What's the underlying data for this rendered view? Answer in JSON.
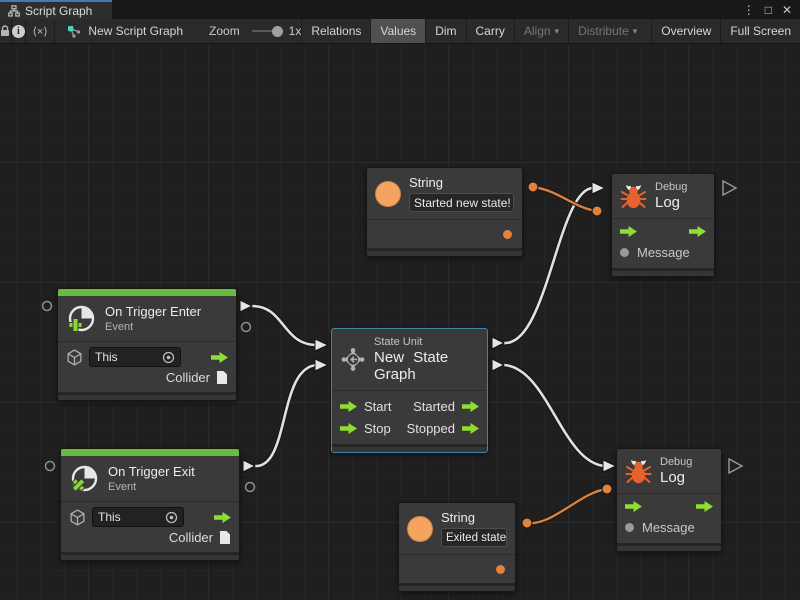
{
  "tab": {
    "title": "Script Graph"
  },
  "window_controls": {
    "more": "⋮",
    "maximize": "□",
    "close": "✕"
  },
  "icons": {
    "code": "⟨×⟩",
    "dropdown": "▾",
    "info": "i"
  },
  "toolbar": {
    "graph_name": "New Script Graph",
    "zoom_label": "Zoom",
    "zoom_value": "1x",
    "relations": "Relations",
    "values": "Values",
    "dim": "Dim",
    "carry": "Carry",
    "align": "Align",
    "distribute": "Distribute",
    "overview": "Overview",
    "fullscreen": "Full Screen"
  },
  "nodes": {
    "string_top": {
      "title": "String",
      "value": "Started new state!"
    },
    "string_bottom": {
      "title": "String",
      "value": "Exited state"
    },
    "debug_top": {
      "kicker": "Debug",
      "title": "Log",
      "message_label": "Message"
    },
    "debug_bottom": {
      "kicker": "Debug",
      "title": "Log",
      "message_label": "Message"
    },
    "trigger_enter": {
      "title": "On Trigger Enter",
      "subtitle": "Event",
      "target_value": "This",
      "output_label": "Collider"
    },
    "trigger_exit": {
      "title": "On Trigger Exit",
      "subtitle": "Event",
      "target_value": "This",
      "output_label": "Collider"
    },
    "state_unit": {
      "kicker": "State Unit",
      "title": "New State Graph",
      "inputs": [
        "Start",
        "Stop"
      ],
      "outputs": [
        "Started",
        "Stopped"
      ]
    }
  },
  "colors": {
    "accent_green": "#8fdc32",
    "event_green": "#69ba41",
    "orange": "#e2823f",
    "selection_blue": "#3f85a5",
    "wire_white": "#e0e0e0",
    "bug_red": "#e8622f"
  }
}
